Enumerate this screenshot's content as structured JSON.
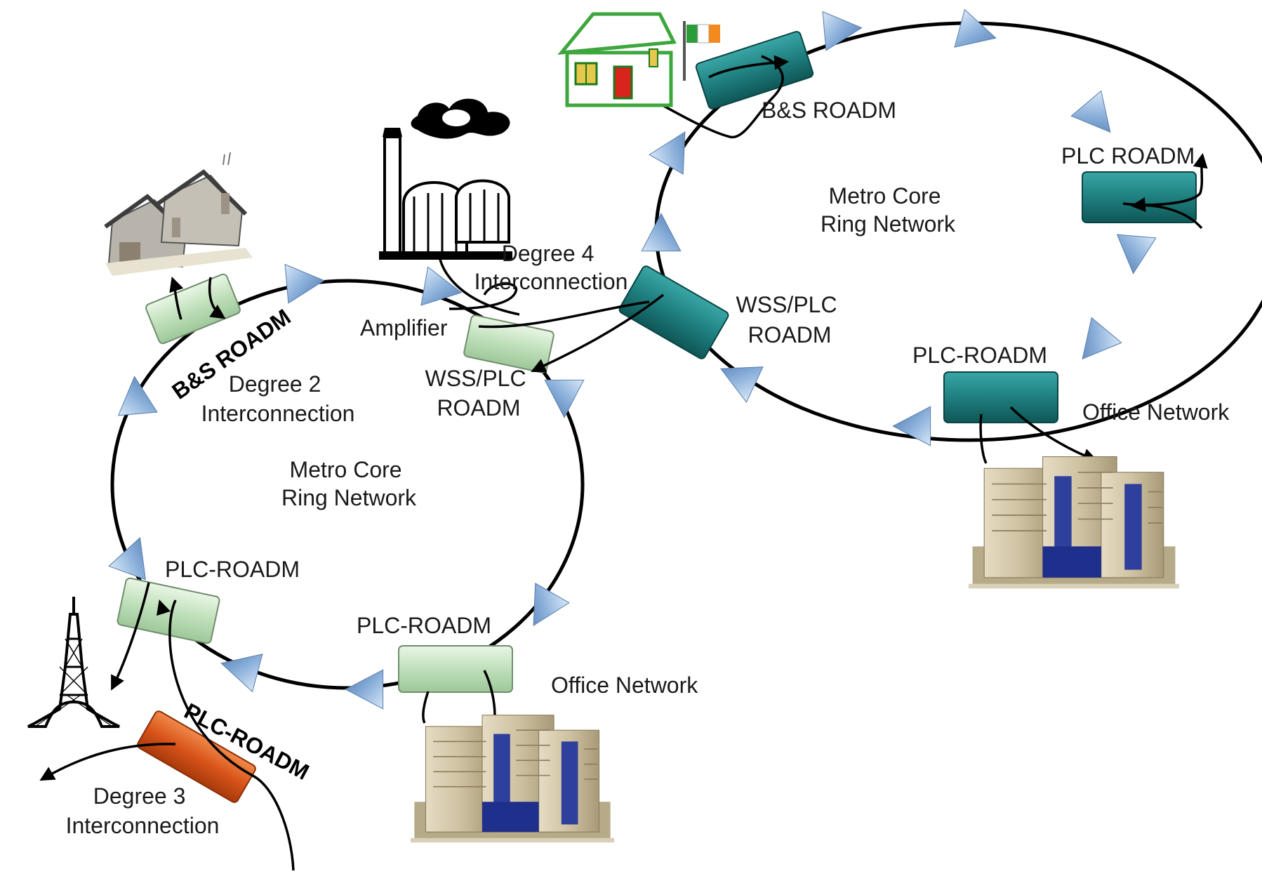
{
  "labels": {
    "ring1_title_line1": "Metro Core",
    "ring1_title_line2": "Ring Network",
    "ring2_title_line1": "Metro Core",
    "ring2_title_line2": "Ring Network",
    "bs_roadm_left": "B&S ROADM",
    "degree2_line1": "Degree 2",
    "degree2_line2": "Interconnection",
    "amplifier": "Amplifier",
    "degree4_line1": "Degree 4",
    "degree4_line2": "Interconnection",
    "wss_left_line1": "WSS/PLC",
    "wss_left_line2": "ROADM",
    "wss_right_line1": "WSS/PLC",
    "wss_right_line2": "ROADM",
    "plc_roadm_left": "PLC-ROADM",
    "plc_roadm_bottom": "PLC-ROADM",
    "plc_roadm_degree3": "PLC-ROADM",
    "degree3_line1": "Degree 3",
    "degree3_line2": "Interconnection",
    "office_network_left": "Office Network",
    "office_network_right": "Office Network",
    "bs_roadm_right": "B&S ROADM",
    "plc_roadm_top_right": "PLC ROADM",
    "plc_roadm_right": "PLC-ROADM"
  },
  "colors": {
    "light_roadm": "#c4e2c0",
    "teal_roadm": "#1f7f7f",
    "orange_roadm": "#d9541a",
    "amplifier_triangle": "#7fa8d8"
  },
  "icons": [
    "cottages-icon",
    "factory-icon",
    "house-with-flag-icon",
    "office-building-icon",
    "eiffel-tower-icon"
  ]
}
